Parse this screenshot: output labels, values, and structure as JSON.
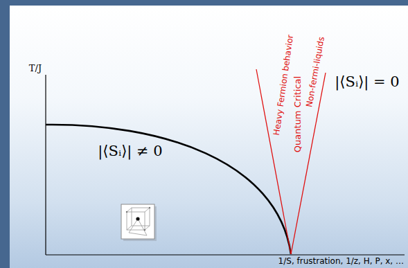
{
  "diagram": {
    "labels": [
      "T/J",
      "|⟨Sᵢ⟩| ≠ 0",
      "Heavy Fermion behavior",
      "Quantum Critical",
      "Non-fermi-liquids",
      "|⟨Sᵢ⟩| = 0",
      "1/S, frustration, 1/z, H, P, x, …"
    ]
  }
}
